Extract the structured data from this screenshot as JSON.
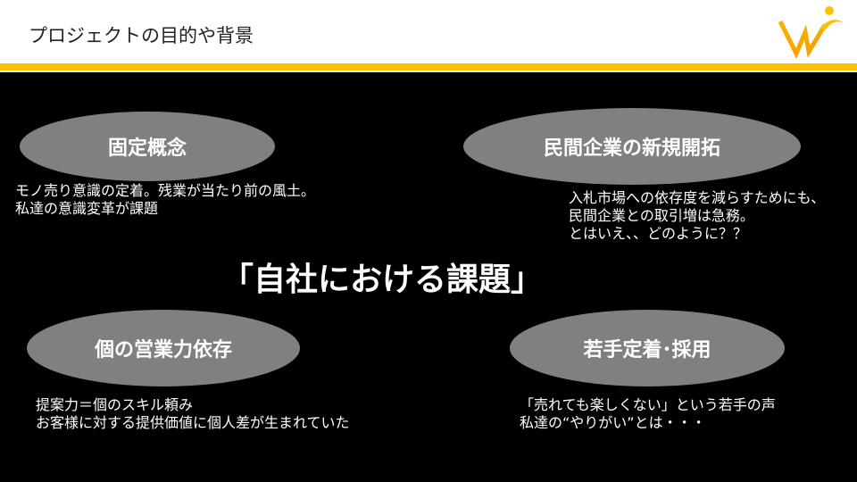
{
  "header": {
    "title": "プロジェクトの目的や背景",
    "logo": "w-logo-icon"
  },
  "colors": {
    "accent_band": "#FFC000",
    "background": "#000000",
    "ellipse": "#808080",
    "text_light": "#FFFFFF"
  },
  "main": {
    "center_title": "「自社における課題」",
    "topics": [
      {
        "label": "固定概念",
        "lines": [
          "モノ売り意識の定着。残業が当たり前の風土。",
          "私達の意識変革が課題"
        ]
      },
      {
        "label": "民間企業の新規開拓",
        "lines": [
          "入札市場への依存度を減らすためにも、",
          "民間企業との取引増は急務。",
          "とはいえ、、どのように？？"
        ]
      },
      {
        "label": "個の営業力依存",
        "lines": [
          "提案力＝個のスキル頼み",
          "お客様に対する提供価値に個人差が生まれていた"
        ]
      },
      {
        "label": "若手定着･採用",
        "lines": [
          "「売れても楽しくない」という若手の声",
          "私達の“やりがい”とは・・・"
        ]
      }
    ]
  }
}
